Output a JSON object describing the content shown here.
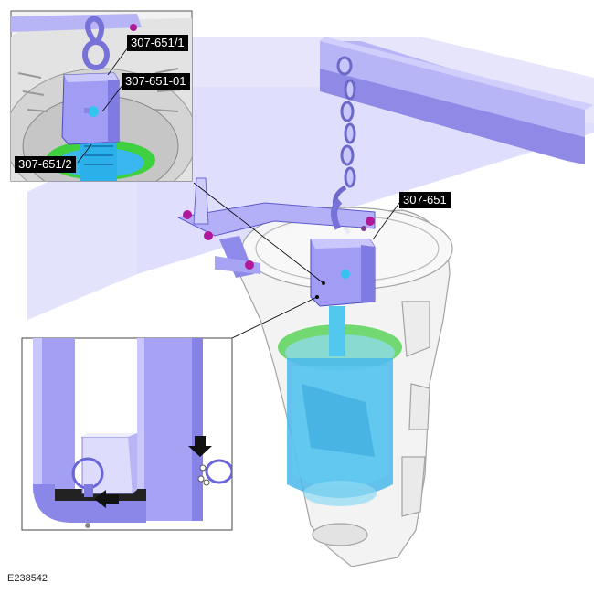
{
  "callouts": {
    "c1": "307-651/1",
    "c2": "307-651-01",
    "c3": "307-651/2",
    "c4": "307-651"
  },
  "figure_id": "E238542",
  "colors": {
    "tool_purple": "#a8a4f5",
    "tool_dark": "#6a66d8",
    "beam_light": "#d7d6fb",
    "shaft_blue": "#2ec3f0",
    "seal_green": "#44d044",
    "bolt_magenta": "#b0189a"
  }
}
